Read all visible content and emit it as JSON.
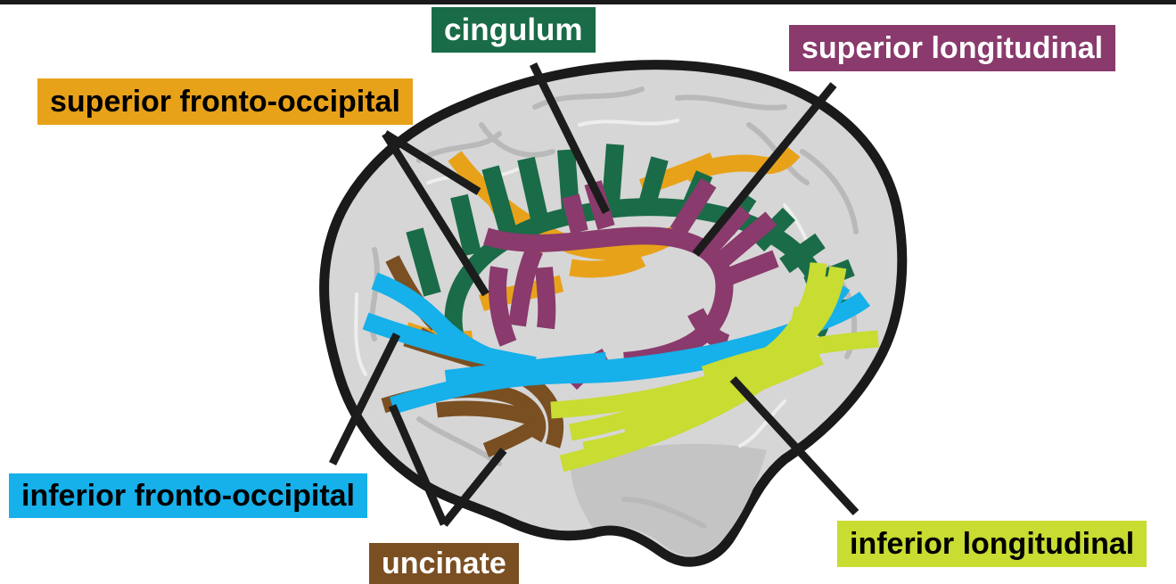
{
  "colors": {
    "cingulum": "#1a6b47",
    "superior_longitudinal": "#8a3a6c",
    "superior_fronto_occipital": "#e8a21a",
    "inferior_fronto_occipital": "#16b0ea",
    "uncinate": "#7a4f22",
    "inferior_longitudinal": "#c8dc32",
    "brain_outline": "#1a1a1a",
    "brain_fill": "#d6d6d6",
    "leader_line": "#1c1c1c"
  },
  "labels": {
    "cingulum": "cingulum",
    "superior_longitudinal": "superior longitudinal",
    "superior_fronto_occipital": "superior fronto-occipital",
    "inferior_fronto_occipital": "inferior fronto-occipital",
    "uncinate": "uncinate",
    "inferior_longitudinal": "inferior longitudinal"
  }
}
